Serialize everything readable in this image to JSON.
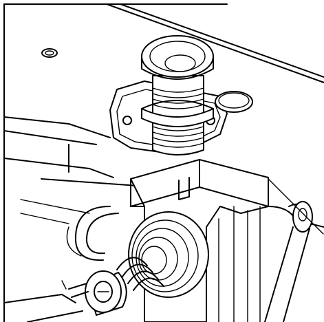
{
  "figure": {
    "style": "black-and-white line drawing",
    "ink_color": "#000000",
    "paper_color": "#ffffff",
    "components": [
      "machine-bed-plate",
      "mounting-hole",
      "threaded-adjuster-knob",
      "locking-nut",
      "washer-disc",
      "tension-spring-assembly",
      "guide-bracket",
      "thread-guide-loop",
      "rod-linkage"
    ]
  }
}
